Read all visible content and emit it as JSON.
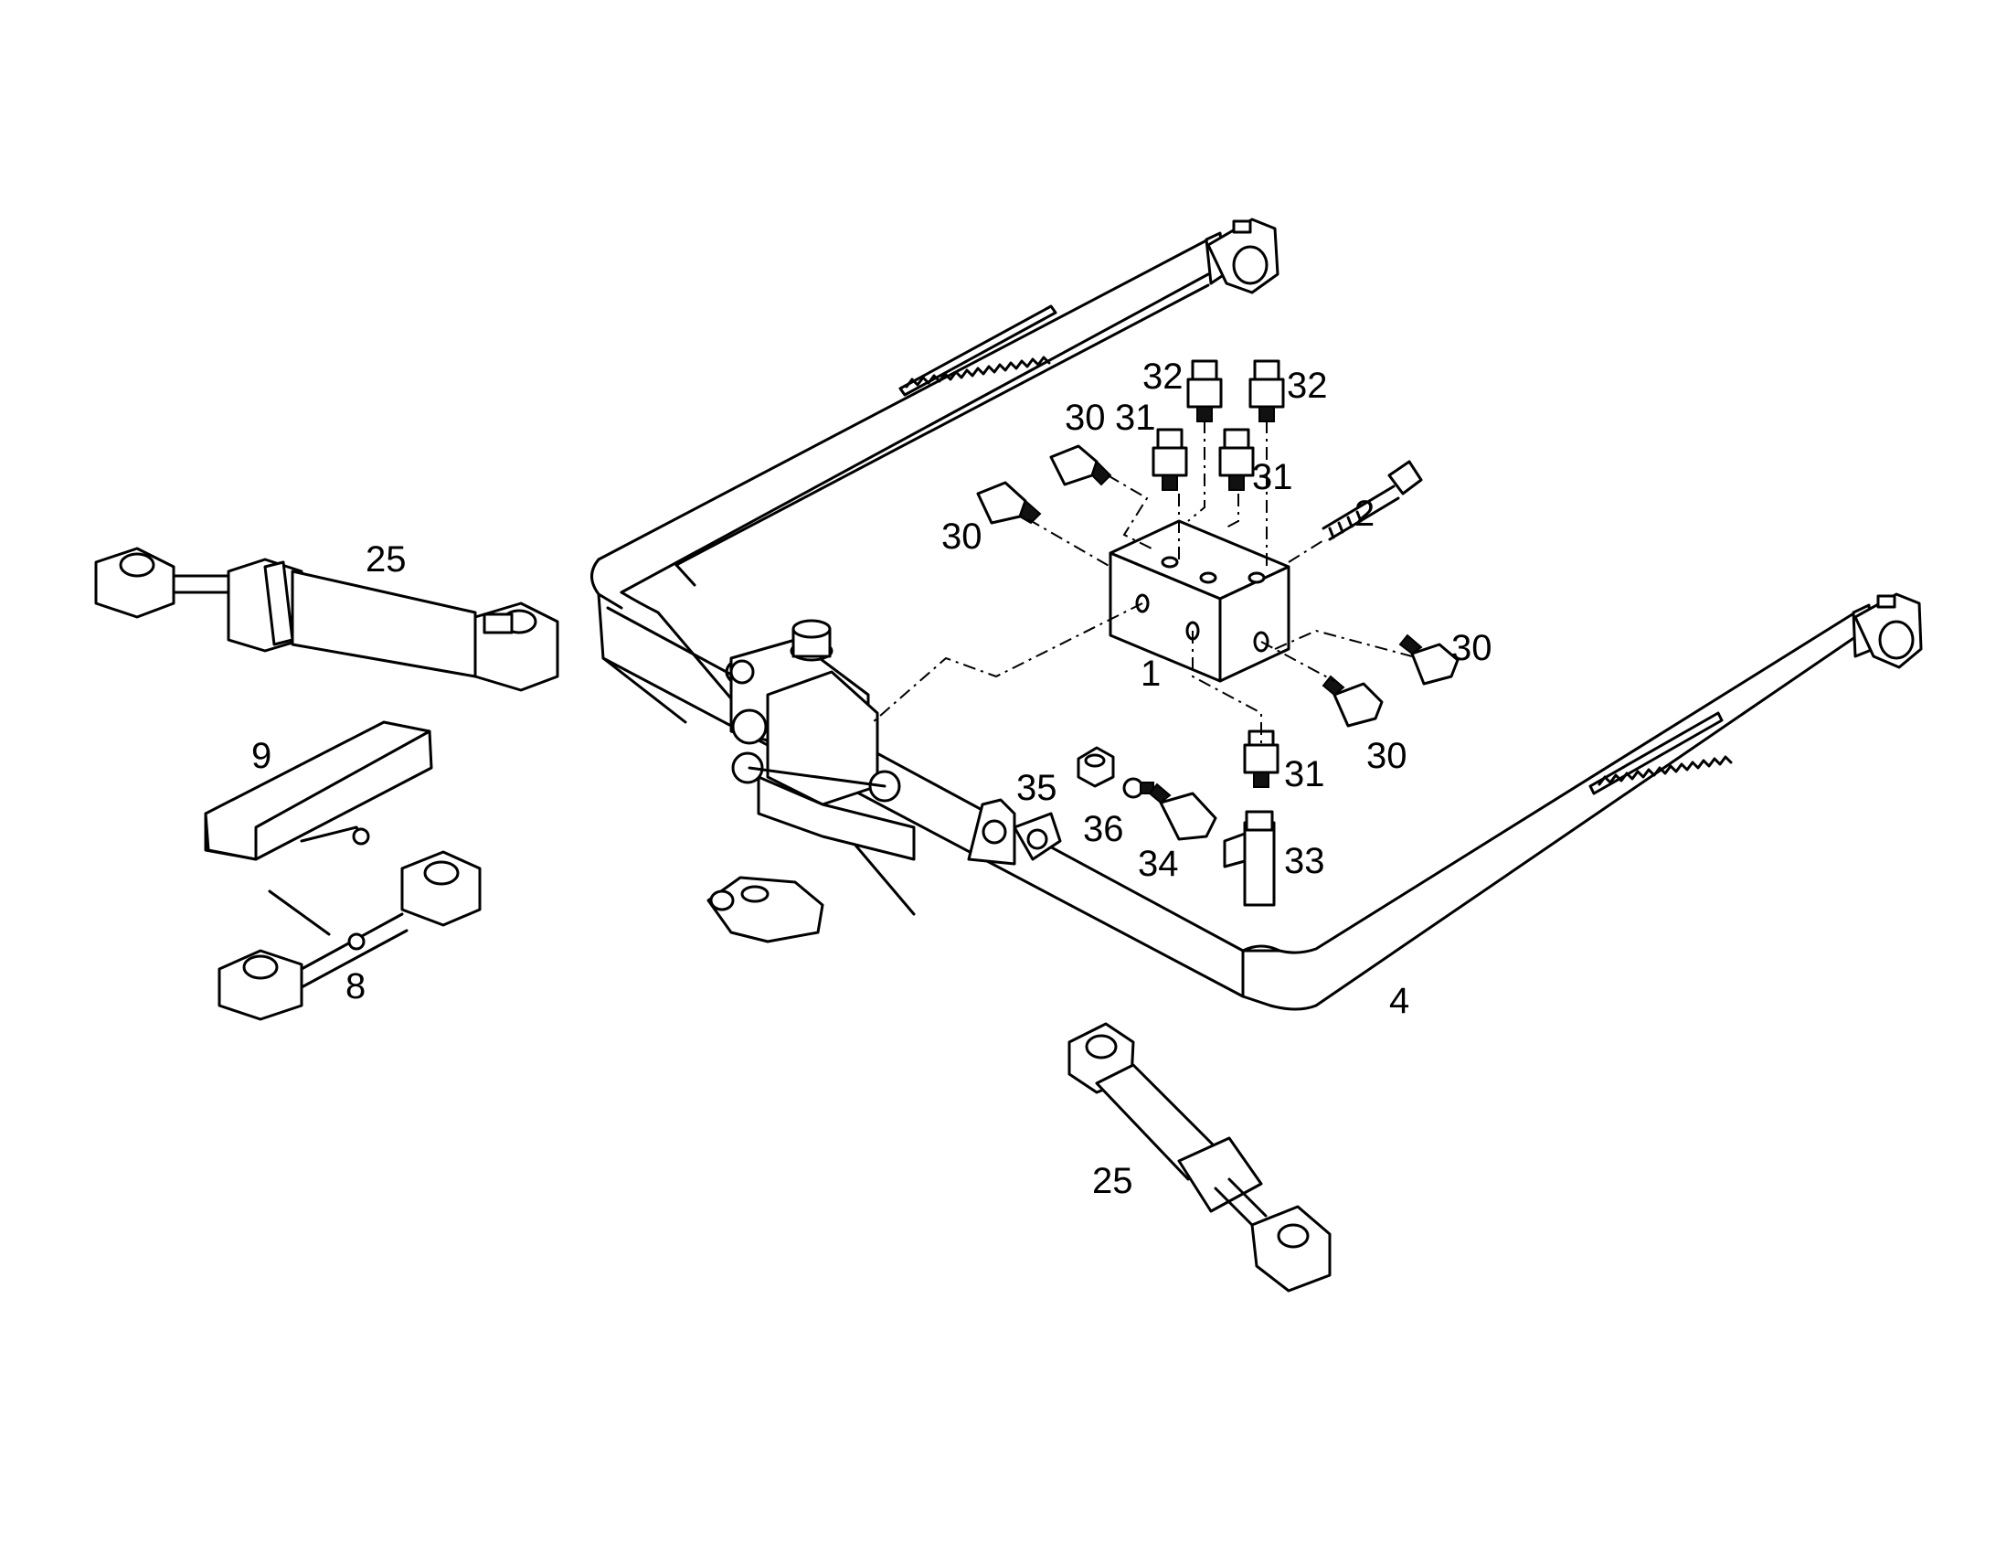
{
  "callouts": {
    "c1": "1",
    "c2": "2",
    "c4": "4",
    "c8": "8",
    "c9": "9",
    "c25a": "25",
    "c25b": "25",
    "c30a": "30",
    "c30b": "30",
    "c30c": "30",
    "c30d": "30",
    "c31a": "31",
    "c31b": "31",
    "c31c": "31",
    "c32a": "32",
    "c32b": "32",
    "c33": "33",
    "c34": "34",
    "c35": "35",
    "c36": "36"
  },
  "colors": {
    "line": "#000000",
    "background": "#ffffff"
  }
}
